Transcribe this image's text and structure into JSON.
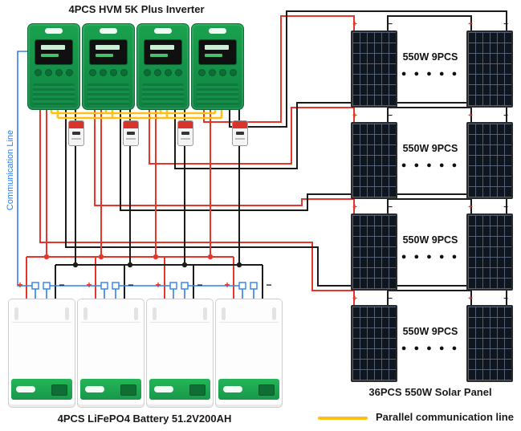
{
  "titles": {
    "inverter": "4PCS HVM 5K Plus Inverter",
    "battery": "4PCS LiFePO4 Battery 51.2V200AH",
    "solar_panels": "36PCS 550W Solar Panel"
  },
  "communication_line_label": "Communication Line",
  "legend": {
    "parallel_comm_label": "Parallel communication line"
  },
  "terminals": {
    "plus": "+",
    "minus": "−"
  },
  "solar_rows": [
    {
      "label": "550W 9PCS",
      "dots": "● ● ● ● ●"
    },
    {
      "label": "550W 9PCS",
      "dots": "● ● ● ● ●"
    },
    {
      "label": "550W 9PCS",
      "dots": "● ● ● ● ●"
    },
    {
      "label": "550W 9PCS",
      "dots": "● ● ● ● ●"
    }
  ],
  "colors": {
    "wire_positive": "#e8352b",
    "wire_negative": "#1b1b1b",
    "communication": "#2f80ed",
    "parallel_comm": "#ffc013",
    "inverter_green": "#189a47",
    "battery_band_green": "#1fae54"
  }
}
